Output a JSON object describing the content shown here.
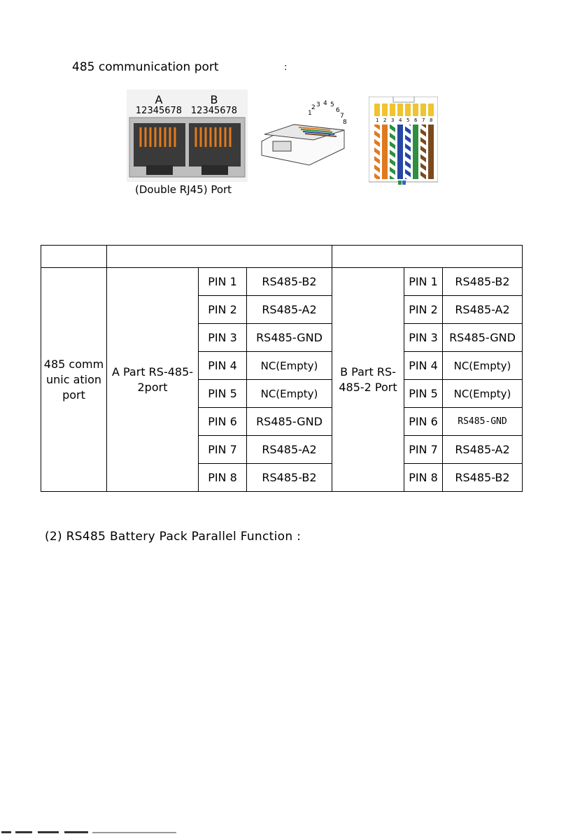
{
  "heading": {
    "text": "485 communication port",
    "colon": ":"
  },
  "photos": {
    "port_labels": {
      "a": "A",
      "b": "B",
      "a_pins": "12345678",
      "b_pins": "12345678"
    },
    "plug_pins": [
      "1",
      "2",
      "3",
      "4",
      "5",
      "6",
      "7",
      "8"
    ],
    "wiring_pins": [
      "1",
      "2",
      "3",
      "4",
      "5",
      "6",
      "7",
      "8"
    ],
    "caption": "(Double RJ45) Port"
  },
  "table": {
    "header": [
      "",
      "",
      ""
    ],
    "row_label": "485 communic ation port",
    "a_part": "A Part RS-485-2port",
    "b_part": "B Part RS-485-2 Port",
    "a_rows": [
      {
        "pin": "PIN 1",
        "signal": "RS485-B2"
      },
      {
        "pin": "PIN 2",
        "signal": "RS485-A2"
      },
      {
        "pin": "PIN 3",
        "signal": "RS485-GND"
      },
      {
        "pin": "PIN 4",
        "signal": "NC(Empty)"
      },
      {
        "pin": "PIN 5",
        "signal": "NC(Empty)"
      },
      {
        "pin": "PIN 6",
        "signal": "RS485-GND"
      },
      {
        "pin": "PIN 7",
        "signal": "RS485-A2"
      },
      {
        "pin": "PIN 8",
        "signal": "RS485-B2"
      }
    ],
    "b_rows": [
      {
        "pin": "PIN 1",
        "signal": "RS485-B2"
      },
      {
        "pin": "PIN 2",
        "signal": "RS485-A2"
      },
      {
        "pin": "PIN 3",
        "signal": "RS485-GND"
      },
      {
        "pin": "PIN 4",
        "signal": "NC(Empty)"
      },
      {
        "pin": "PIN 5",
        "signal": "NC(Empty)"
      },
      {
        "pin": "PIN 6",
        "signal": "RS485-GND"
      },
      {
        "pin": "PIN 7",
        "signal": "RS485-A2"
      },
      {
        "pin": "PIN 8",
        "signal": "RS485-B2"
      }
    ]
  },
  "section2": {
    "text": "(2)  RS485 Battery Pack Parallel Function :"
  }
}
